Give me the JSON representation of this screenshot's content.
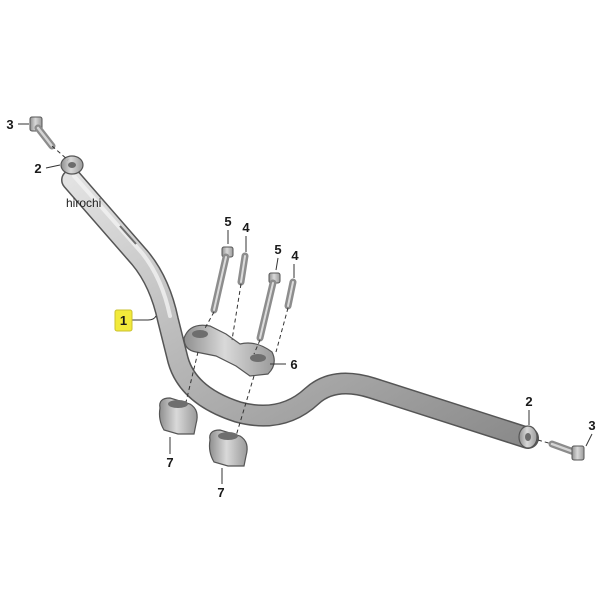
{
  "watermark": "hirochi",
  "colors": {
    "metal_light": "#d6d6d6",
    "metal_mid": "#a9a9a9",
    "metal_dark": "#7c7c7c",
    "highlight": "#f2ea3a",
    "line": "#333333"
  },
  "callouts": [
    {
      "id": "bar",
      "label": "1",
      "highlight": true
    },
    {
      "id": "washer-left",
      "label": "2"
    },
    {
      "id": "bolt-left",
      "label": "3"
    },
    {
      "id": "washer-right",
      "label": "2"
    },
    {
      "id": "bolt-right",
      "label": "3"
    },
    {
      "id": "screw-a",
      "label": "5"
    },
    {
      "id": "sleeve-a",
      "label": "4"
    },
    {
      "id": "screw-b",
      "label": "5"
    },
    {
      "id": "sleeve-b",
      "label": "4"
    },
    {
      "id": "clamp",
      "label": "6"
    },
    {
      "id": "riser-left",
      "label": "7"
    },
    {
      "id": "riser-right",
      "label": "7"
    }
  ]
}
